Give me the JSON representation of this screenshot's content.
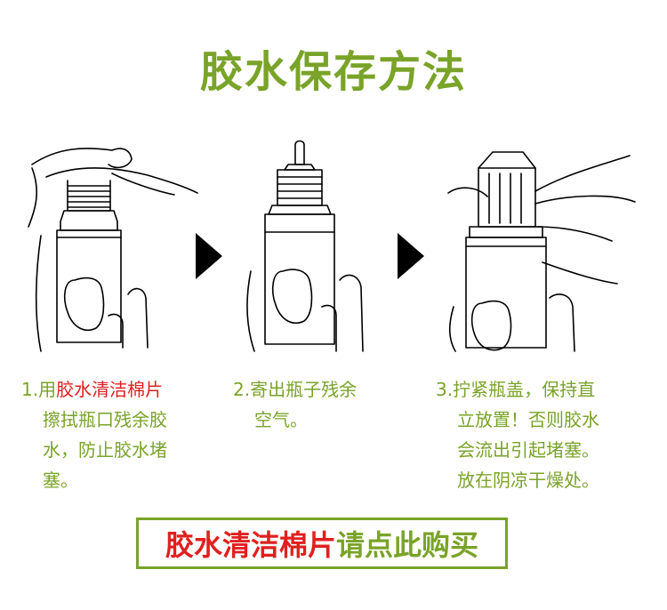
{
  "title": "胶水保存方法",
  "steps": [
    {
      "number": "1.",
      "line1_prefix": "用",
      "line1_highlight": "胶水清洁棉片",
      "line2": "擦拭瓶口残余胶",
      "line3": "水，防止胶水堵",
      "line4": "塞。"
    },
    {
      "number": "2.",
      "line1": "寄出瓶子残余",
      "line2": "空气。"
    },
    {
      "number": "3.",
      "line1": "拧紧瓶盖，保持直",
      "line2": "立放置！否则胶水",
      "line3": "会流出引起堵塞。",
      "line4": "放在阴凉干燥处。"
    }
  ],
  "cta": {
    "highlight": "胶水清洁棉片",
    "rest": "请点此购买"
  },
  "colors": {
    "green": "#7aa329",
    "red": "#e0201f"
  }
}
